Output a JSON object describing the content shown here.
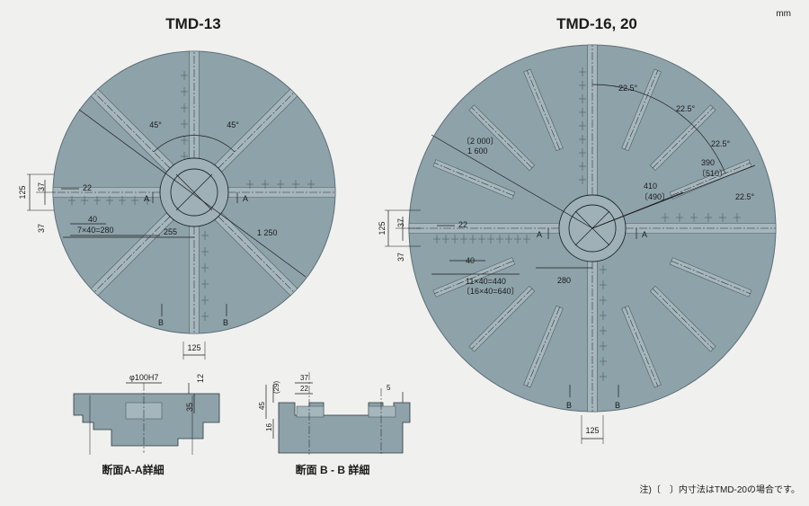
{
  "units": "mm",
  "left_table": {
    "title": "TMD-13",
    "angle_labels": [
      "45°",
      "45°"
    ],
    "dims": {
      "d125": "125",
      "d37a": "37",
      "d37b": "37",
      "d22": "22",
      "d40": "40",
      "d7x40": "7×40=280",
      "d255": "255",
      "d1250": "1 250",
      "d125b": "125"
    },
    "section_marks": {
      "a": "A",
      "b": "B"
    }
  },
  "right_table": {
    "title": "TMD-16, 20",
    "angle_labels": [
      "22.5°",
      "22.5°",
      "22.5°",
      "22.5°"
    ],
    "dims": {
      "d2000": "〔2 000〕",
      "d1600": "1 600",
      "d390": "390",
      "d510": "〔510〕",
      "d410": "410",
      "d490": "〔490〕",
      "d125": "125",
      "d37a": "37",
      "d37b": "37",
      "d22": "22",
      "d40": "40",
      "d11x40": "11×40=440",
      "d16x40": "〔16×40=640〕",
      "d280": "280",
      "d125b": "125"
    },
    "section_marks": {
      "a": "A",
      "b": "B"
    }
  },
  "section_aa": {
    "caption": "断面A-A詳細",
    "dims": {
      "bore": "φ100H7",
      "d12": "12",
      "d35": "35"
    }
  },
  "section_bb": {
    "caption": "断面 B - B 詳細",
    "dims": {
      "d37": "37",
      "d22": "22",
      "d29": "(29)",
      "d5": "5",
      "d45": "45",
      "d16": "16"
    }
  },
  "footnote": "注)〔　〕内寸法はTMD-20の場合です。"
}
